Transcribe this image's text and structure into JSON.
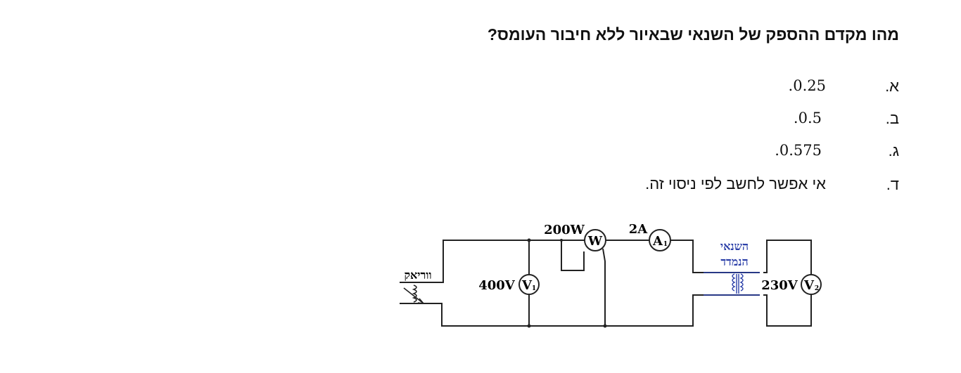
{
  "question": "מהו מקדם ההספק של השנאי שבאיור ללא חיבור העומס?",
  "options": [
    {
      "letter": "א.",
      "text": "0.25."
    },
    {
      "letter": "ב.",
      "text": "0.5."
    },
    {
      "letter": "ג.",
      "text": "0.575."
    },
    {
      "letter": "ד.",
      "text": "אי אפשר לחשב לפי ניסוי זה."
    }
  ],
  "circuit": {
    "variac_label": "ווריאק",
    "wattmeter_reading": "200W",
    "wattmeter_symbol": "W",
    "ammeter_reading": "2A",
    "ammeter_symbol": "A",
    "ammeter_sub": "1",
    "voltmeter1_reading": "400V",
    "voltmeter1_symbol": "V",
    "voltmeter1_sub": "1",
    "transformer_label_line1": "השנאי",
    "transformer_label_line2": "הנמדד",
    "voltmeter2_reading": "230V",
    "voltmeter2_symbol": "V",
    "voltmeter2_sub": "2",
    "transformer_label_color": "#2b3fa8"
  }
}
